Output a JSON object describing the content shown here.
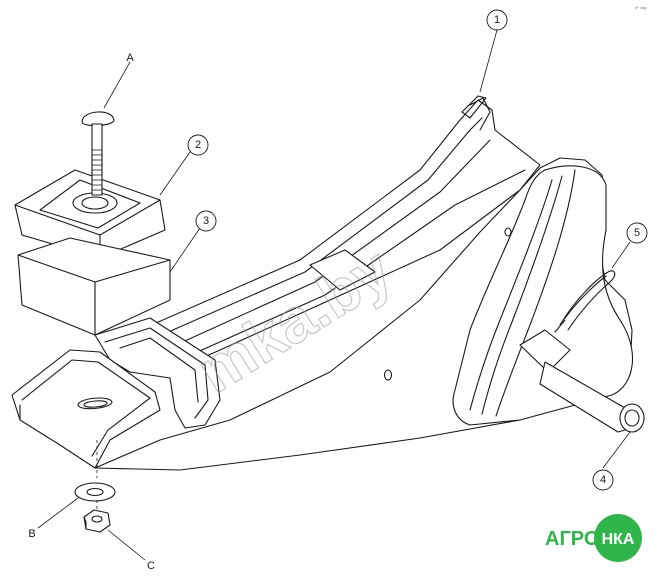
{
  "callouts": {
    "c1": "1",
    "c2": "2",
    "c3": "3",
    "c4": "4",
    "c5": "5"
  },
  "letters": {
    "a": "A",
    "b": "B",
    "c": "C"
  },
  "watermark": "mkа.by",
  "logo": {
    "left": "АГРО",
    "right": "НКА",
    "color": "#2fb54a"
  },
  "corner_text": "#* vag"
}
